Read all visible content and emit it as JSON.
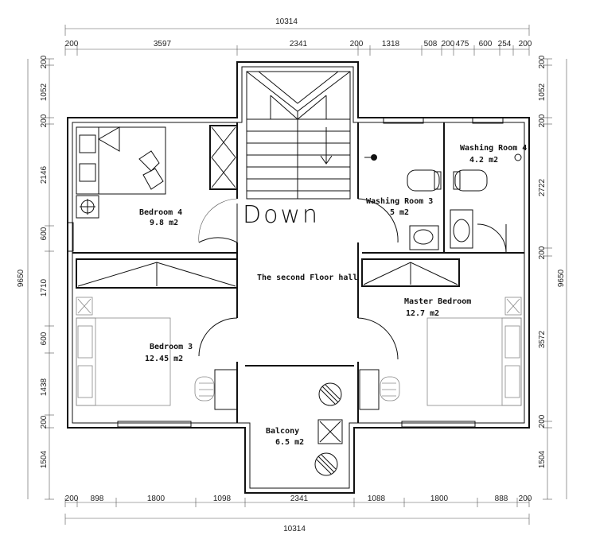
{
  "top_total": "10314",
  "bottom_total": "10314",
  "top_dims": [
    "200",
    "3597",
    "2341",
    "200",
    "1318",
    "508",
    "200",
    "475",
    "600",
    "254",
    "200"
  ],
  "bottom_dims": [
    "200",
    "898",
    "1800",
    "1098",
    "2341",
    "1088",
    "1800",
    "888",
    "200"
  ],
  "left_dims": [
    "200",
    "1052",
    "200",
    "2146",
    "600",
    "1710",
    "600",
    "1438",
    "200",
    "1504"
  ],
  "left_total": "9650",
  "right_dims": [
    "200",
    "1052",
    "200",
    "2722",
    "200",
    "3572",
    "200",
    "1504"
  ],
  "right_total": "9650",
  "rooms": {
    "bedroom4": {
      "name": "Bedroom 4",
      "area": "9.8 m2"
    },
    "washing3": {
      "name": "Washing Room 3",
      "area": "5 m2"
    },
    "washing4": {
      "name": "Washing Room 4",
      "area": "4.2 m2"
    },
    "hall": {
      "name": "The second Floor hall"
    },
    "master": {
      "name": "Master Bedroom",
      "area": "12.7 m2"
    },
    "bedroom3": {
      "name": "Bedroom 3",
      "area": "12.45 m2"
    },
    "balcony": {
      "name": "Balcony",
      "area": "6.5 m2"
    }
  },
  "stair_label": "Down"
}
